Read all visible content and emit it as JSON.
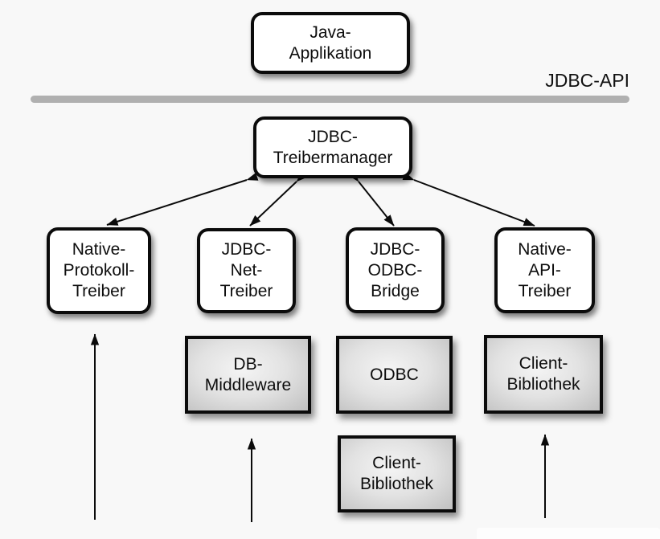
{
  "title": "JDBC driver architecture diagram",
  "header": {
    "api_label": "JDBC-API"
  },
  "colors": {
    "background": "#f8f8f8",
    "divider": "#b0b0b0",
    "box_border": "#0b0b0b",
    "box_fill_white": "#ffffff",
    "box_fill_gray_center": "#f4f4f4",
    "box_fill_gray_edge": "#c0c0c0",
    "arrow": "#0b0b0b",
    "text": "#0d0d0d"
  },
  "nodes": {
    "java_app": "Java-\nApplikation",
    "treibermanager": "JDBC-\nTreibermanager",
    "native_protokoll": "Native-\nProtokoll-\nTreiber",
    "jdbc_net": "JDBC-\nNet-\nTreiber",
    "jdbc_odbc": "JDBC-\nODBC-\nBridge",
    "native_api": "Native-\nAPI-\nTreiber",
    "db_middleware": "DB-\nMiddleware",
    "odbc": "ODBC",
    "client_bibliothek_api": "Client-\nBibliothek",
    "client_bibliothek_odbc": "Client-\nBibliothek"
  },
  "edges": {
    "manager_to_native_protokoll": "bidirectional",
    "manager_to_jdbc_net": "bidirectional",
    "manager_to_jdbc_odbc": "bidirectional",
    "manager_to_native_api": "bidirectional",
    "up_to_native_protokoll": "up",
    "up_to_db_middleware": "up",
    "up_to_client_bibliothek": "up"
  }
}
